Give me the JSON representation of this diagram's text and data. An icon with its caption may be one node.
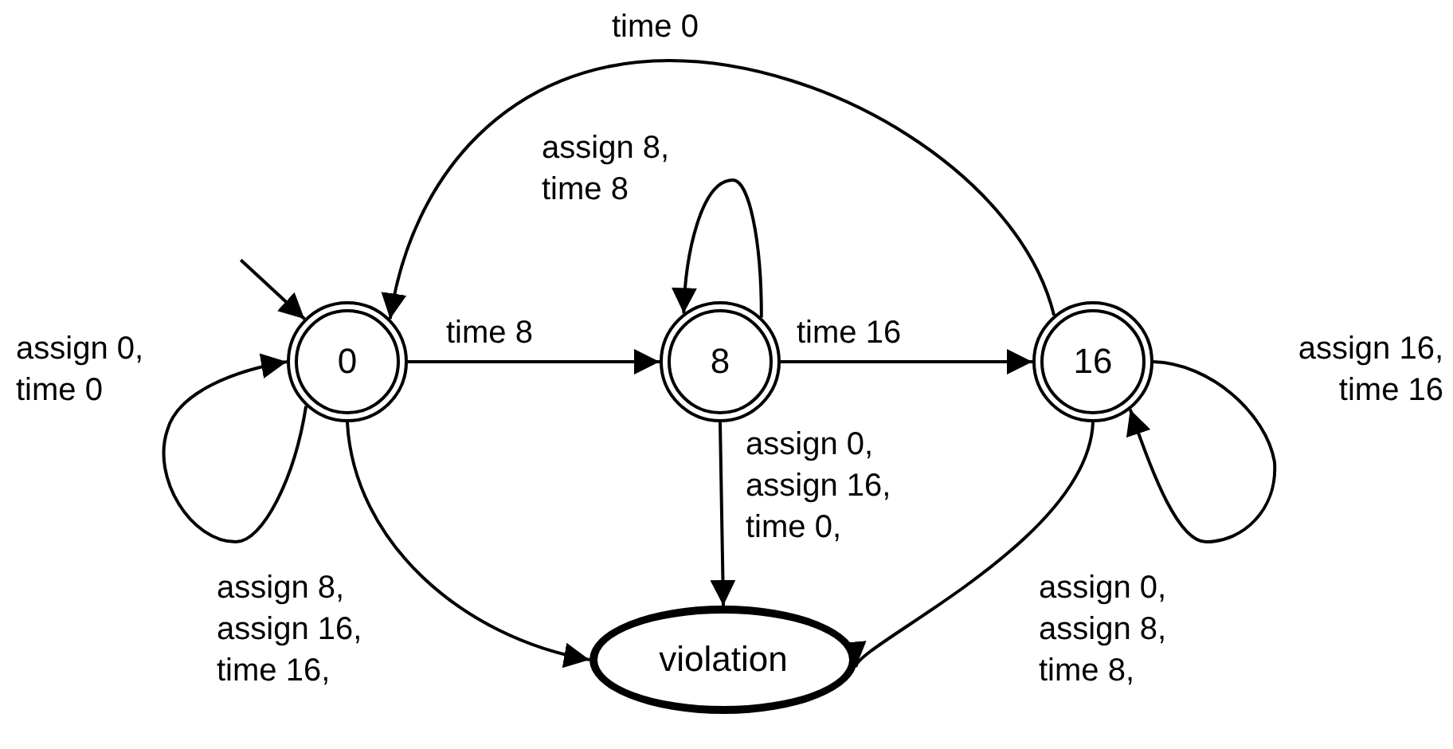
{
  "diagram": {
    "nodes": [
      {
        "text": [
          "0"
        ]
      },
      {
        "text": [
          "8"
        ]
      },
      {
        "text": [
          "16"
        ]
      },
      {
        "text": [
          "violation"
        ]
      }
    ],
    "edges": [
      {
        "from": null,
        "to": 0,
        "arrow": "to"
      },
      {
        "from": 0,
        "to": 0,
        "arrow": "to",
        "label": "assign 0, time 0"
      },
      {
        "from": 0,
        "to": 1,
        "arrow": "to",
        "label": "time 8"
      },
      {
        "from": 1,
        "to": 1,
        "arrow": "to",
        "label": "assign 8, time 8"
      },
      {
        "from": 1,
        "to": 2,
        "arrow": "to",
        "label": "time 16"
      },
      {
        "from": 2,
        "to": 0,
        "arrow": "to",
        "label": "time 0"
      },
      {
        "from": 2,
        "to": 2,
        "arrow": "to",
        "label": "assign 16, time 16"
      },
      {
        "from": 0,
        "to": 3,
        "arrow": "to",
        "label": "assign 8, assign 16, time 16,"
      },
      {
        "from": 1,
        "to": 3,
        "arrow": "to",
        "label": "assign 0, assign 16, time 0,"
      },
      {
        "from": 2,
        "to": 3,
        "arrow": "to",
        "label": "assign 0, assign 8, time 8,"
      }
    ]
  }
}
